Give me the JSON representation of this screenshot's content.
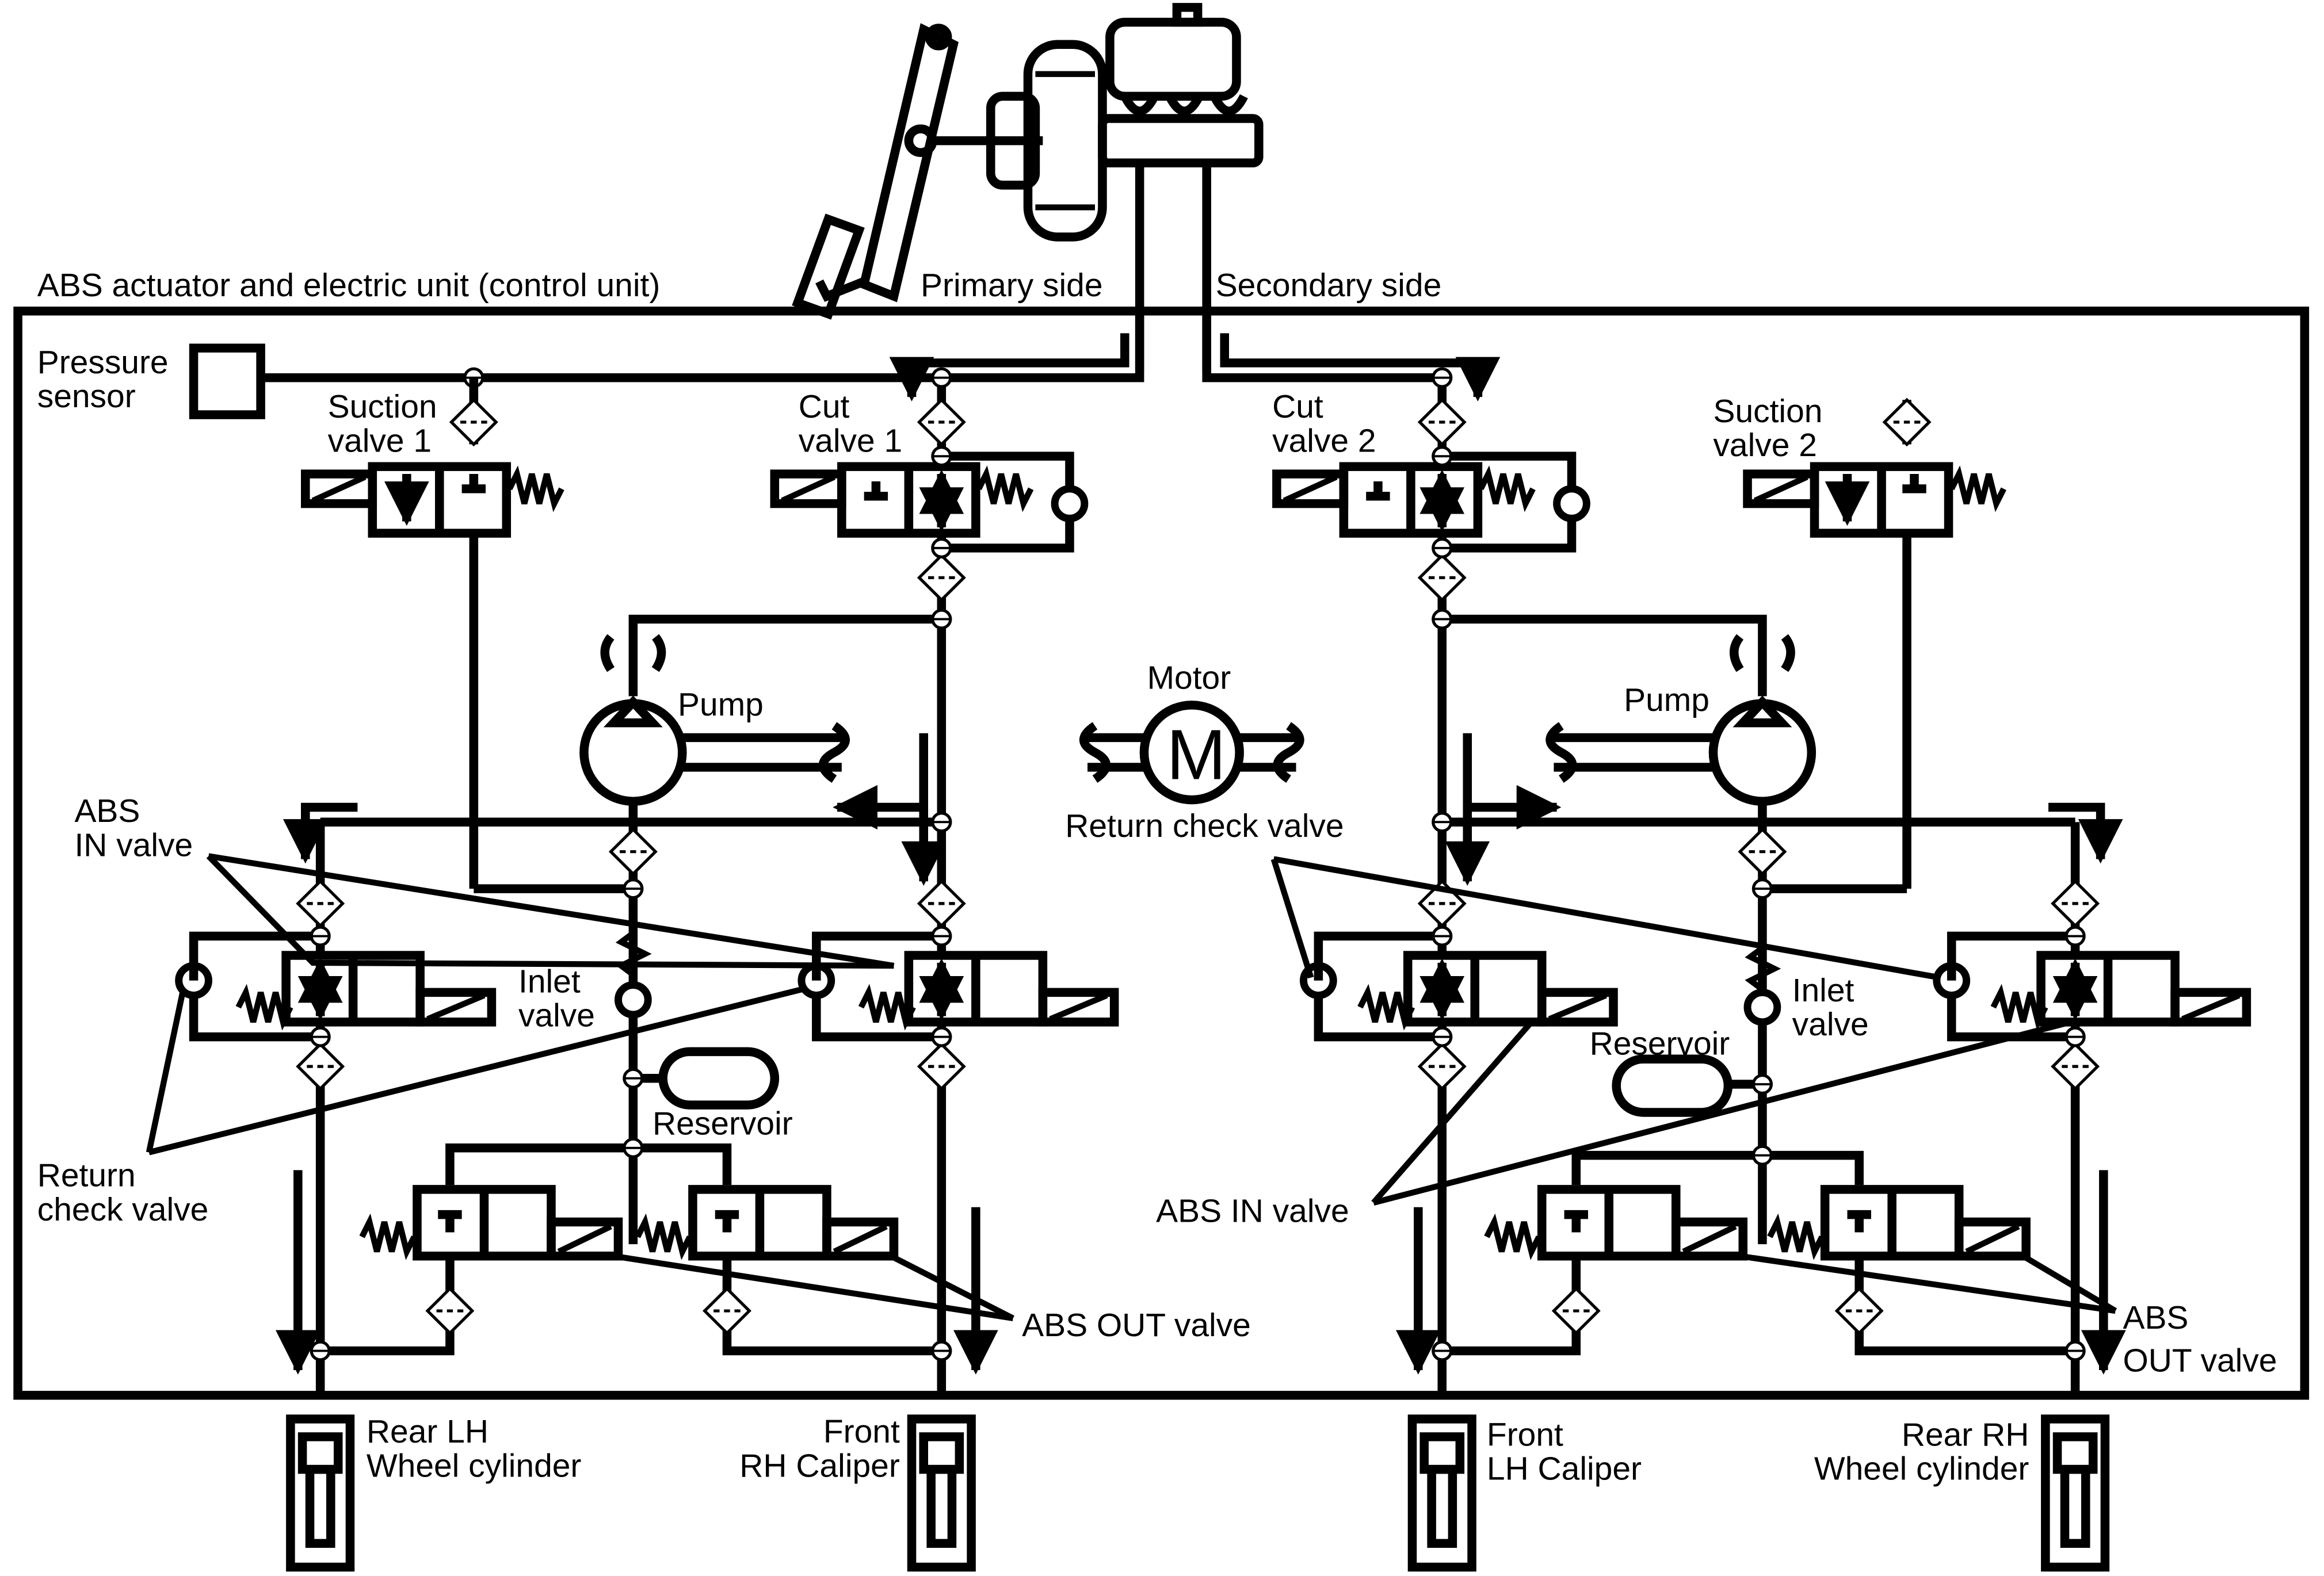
{
  "labels": {
    "unit": "ABS actuator and electric unit (control unit)",
    "primary": "Primary side",
    "secondary": "Secondary side",
    "pressure_sensor": [
      "Pressure",
      "sensor"
    ],
    "suction_valve_1": [
      "Suction",
      "valve 1"
    ],
    "cut_valve_1": [
      "Cut",
      "valve 1"
    ],
    "cut_valve_2": [
      "Cut",
      "valve 2"
    ],
    "suction_valve_2": [
      "Suction",
      "valve 2"
    ],
    "pump_left": "Pump",
    "pump_right": "Pump",
    "motor": "Motor",
    "motor_symbol": "M",
    "return_check_center": "Return check valve",
    "abs_in_left": [
      "ABS",
      "IN valve"
    ],
    "inlet_left": [
      "Inlet",
      "valve"
    ],
    "inlet_right": [
      "Inlet",
      "valve"
    ],
    "reservoir_left": "Reservoir",
    "reservoir_right": "Reservoir",
    "return_check_left": [
      "Return",
      "check valve"
    ],
    "abs_in_right": "ABS IN valve",
    "abs_out_center": "ABS OUT valve",
    "abs_out_right": [
      "ABS",
      "OUT valve"
    ],
    "rear_lh": [
      "Rear LH",
      "Wheel cylinder"
    ],
    "front_rh": [
      "Front",
      "RH Caliper"
    ],
    "front_lh": [
      "Front",
      "LH Caliper"
    ],
    "rear_rh": [
      "Rear RH",
      "Wheel cylinder"
    ]
  }
}
